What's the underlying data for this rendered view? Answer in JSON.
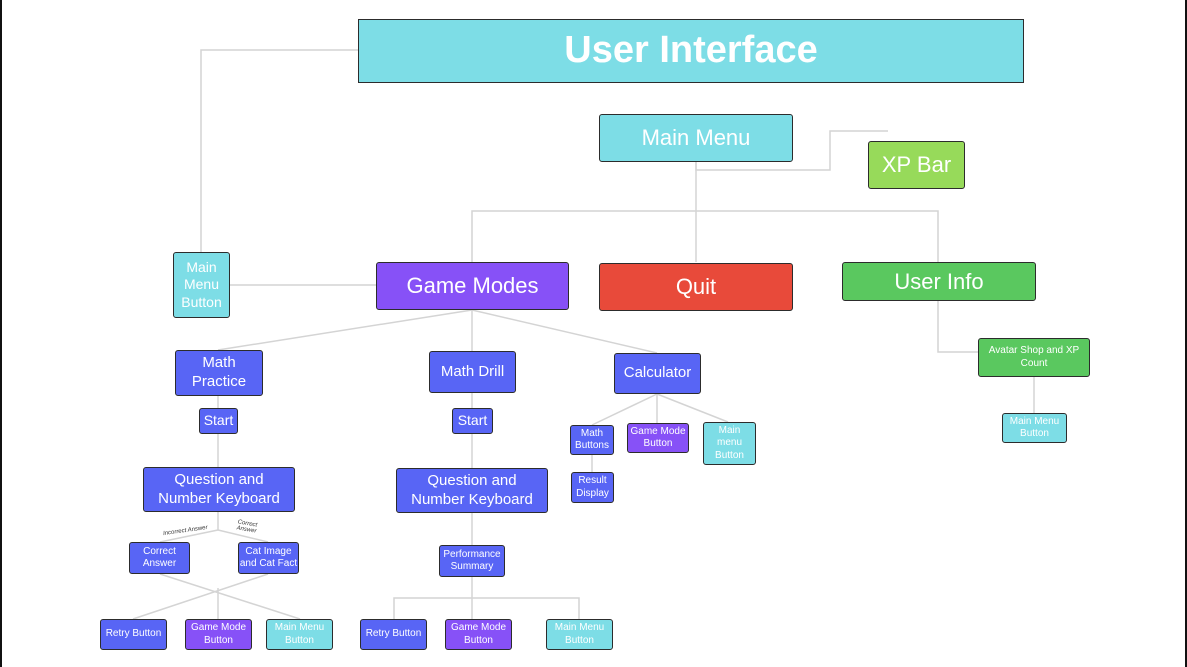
{
  "diagram": {
    "title": "User Interface",
    "main_menu": "Main Menu",
    "xp_bar": "XP Bar",
    "main_menu_button_left": "Main\nMenu\nButton",
    "game_modes": "Game Modes",
    "quit": "Quit",
    "user_info": "User Info",
    "avatar_shop": "Avatar Shop and XP\nCount",
    "user_main_menu_button": "Main Menu\nButton",
    "math_practice": {
      "title": "Math\nPractice",
      "start": "Start",
      "question": "Question and\nNumber Keyboard",
      "incorrect_label": "Incorrect Answer",
      "correct_label": "Correct\nAnswer",
      "correct_answer": "Correct\nAnswer",
      "cat_image": "Cat Image\nand Cat Fact",
      "retry": "Retry Button",
      "game_mode": "Game Mode\nButton",
      "main_menu": "Main Menu\nButton"
    },
    "math_drill": {
      "title": "Math Drill",
      "start": "Start",
      "question": "Question and\nNumber Keyboard",
      "performance": "Performance\nSummary",
      "retry": "Retry Button",
      "game_mode": "Game Mode\nButton",
      "main_menu": "Main Menu\nButton"
    },
    "calculator": {
      "title": "Calculator",
      "math_buttons": "Math\nButtons",
      "game_mode": "Game Mode\nButton",
      "main_menu": "Main\nmenu\nButton",
      "result_display": "Result\nDisplay"
    }
  },
  "colors": {
    "cyan": "#7ddde6",
    "blue": "#5865f5",
    "purple": "#8751f7",
    "red": "#e84a3a",
    "green": "#5ac85f",
    "lime": "#97da5a",
    "connector": "#d4d4d4"
  }
}
